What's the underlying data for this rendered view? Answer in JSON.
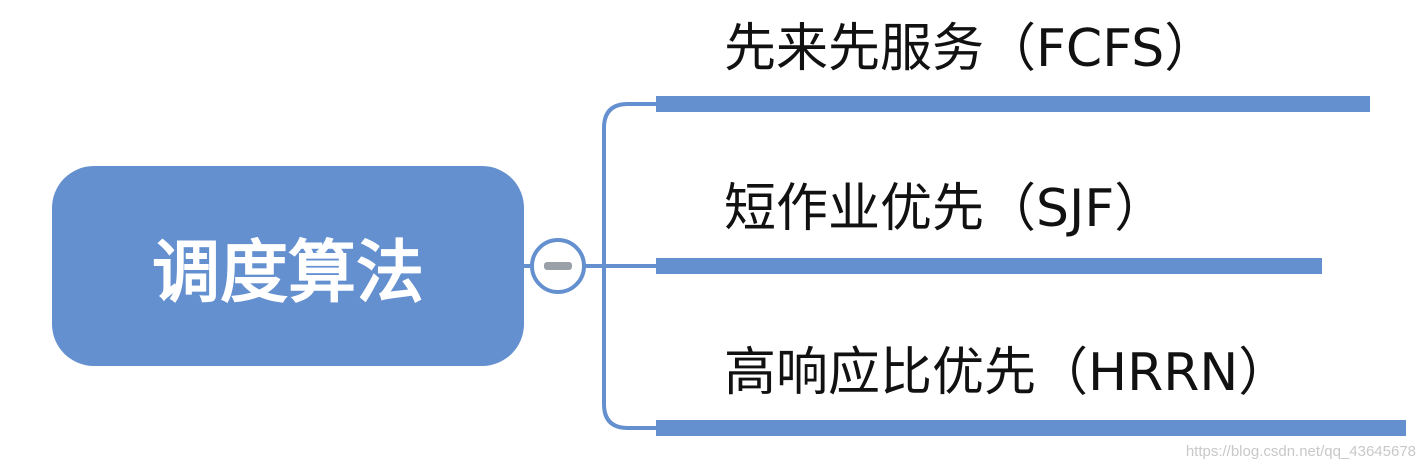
{
  "root": {
    "label": "调度算法",
    "collapse_symbol": "–"
  },
  "branches": [
    {
      "label": "先来先服务（FCFS）"
    },
    {
      "label": "短作业优先（SJF）"
    },
    {
      "label": "高响应比优先（HRRN）"
    }
  ],
  "watermark": "https://blog.csdn.net/qq_43645678",
  "colors": {
    "node_fill": "#6490d0",
    "connector": "#6490d0",
    "text": "#111111",
    "root_text": "#ffffff"
  }
}
